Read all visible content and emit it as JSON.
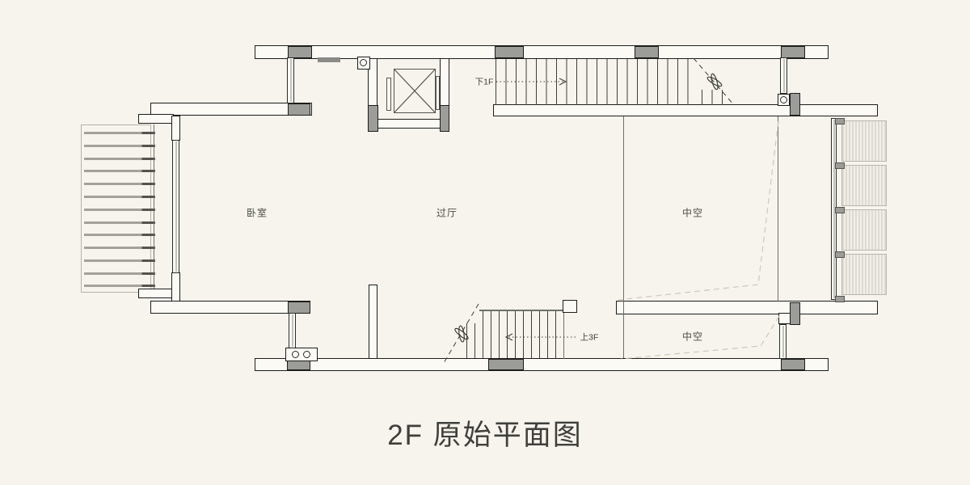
{
  "title": "2F 原始平面图",
  "rooms": {
    "bedroom": "卧室",
    "hall": "过厅",
    "void_upper": "中空",
    "void_lower": "中空"
  },
  "stairs": {
    "down_label": "下1F",
    "up_label": "上3F"
  },
  "colors": {
    "background": "#f6f4ed",
    "wall_line": "#1d1d1b",
    "column_fill": "#9c9c99",
    "void_dash": "#ccc8bc",
    "text": "#4c4c48"
  }
}
